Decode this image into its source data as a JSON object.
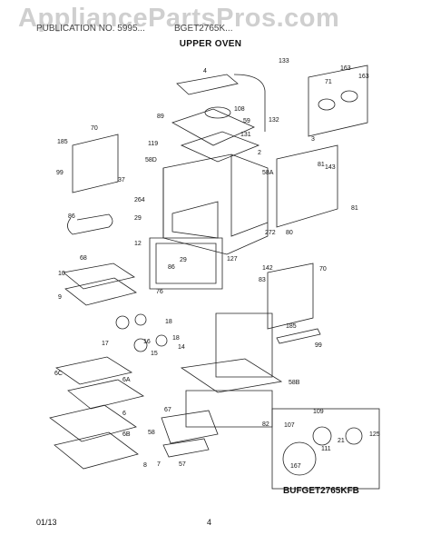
{
  "header": {
    "watermark": "AppliancePartsPros.com",
    "publication": "PUBLICATION NO. 5995...",
    "model": "BGET2765K...",
    "section_title": "UPPER OVEN"
  },
  "diagram": {
    "callouts": [
      "4",
      "133",
      "163",
      "71",
      "163",
      "108",
      "59",
      "132",
      "89",
      "131",
      "119",
      "3",
      "185",
      "70",
      "58D",
      "2",
      "58A",
      "81",
      "143",
      "99",
      "37",
      "264",
      "86",
      "29",
      "12",
      "272",
      "80",
      "81",
      "127",
      "142",
      "68",
      "29",
      "10",
      "9",
      "86",
      "70",
      "83",
      "76",
      "18",
      "16",
      "14",
      "17",
      "15",
      "18",
      "185",
      "99",
      "6C",
      "6A",
      "6",
      "6B",
      "58B",
      "67",
      "58",
      "82",
      "8",
      "7",
      "57",
      "107",
      "109",
      "111",
      "21",
      "125",
      "167"
    ],
    "model_code": "BUFGET2765KFB"
  },
  "footer": {
    "date": "01/13",
    "page": "4"
  }
}
